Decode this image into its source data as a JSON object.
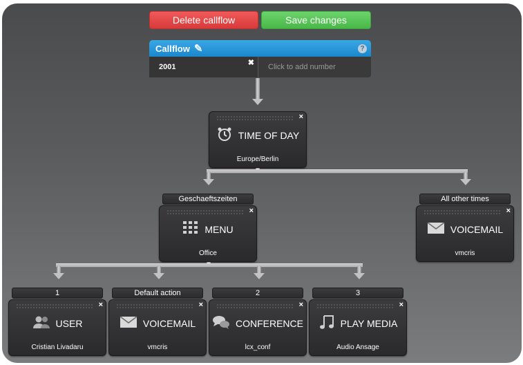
{
  "toolbar": {
    "delete_label": "Delete callflow",
    "save_label": "Save changes"
  },
  "callflow": {
    "title": "Callflow",
    "edit_icon": "pencil-edit-icon",
    "help_glyph": "?",
    "number": "2001",
    "remove_glyph": "✖",
    "add_placeholder": "Click to add number"
  },
  "nodes": {
    "time_of_day": {
      "title": "TIME OF DAY",
      "subtitle": "Europe/Berlin",
      "icon": "clock-icon"
    },
    "menu": {
      "title": "MENU",
      "subtitle": "Office",
      "label": "Geschaeftszeiten",
      "icon": "keypad-icon"
    },
    "voicemail_other": {
      "title": "VOICEMAIL",
      "subtitle": "vmcris",
      "label": "All other times",
      "icon": "envelope-icon"
    },
    "user": {
      "title": "USER",
      "subtitle": "Cristian Livadaru",
      "label": "1",
      "icon": "users-icon"
    },
    "voicemail_default": {
      "title": "VOICEMAIL",
      "subtitle": "vmcris",
      "label": "Default action",
      "icon": "envelope-icon"
    },
    "conference": {
      "title": "CONFERENCE",
      "subtitle": "lcx_conf",
      "label": "2",
      "icon": "conference-icon"
    },
    "play_media": {
      "title": "PLAY MEDIA",
      "subtitle": "Audio Ansage",
      "label": "3",
      "icon": "music-note-icon"
    }
  },
  "close_glyph": "×"
}
